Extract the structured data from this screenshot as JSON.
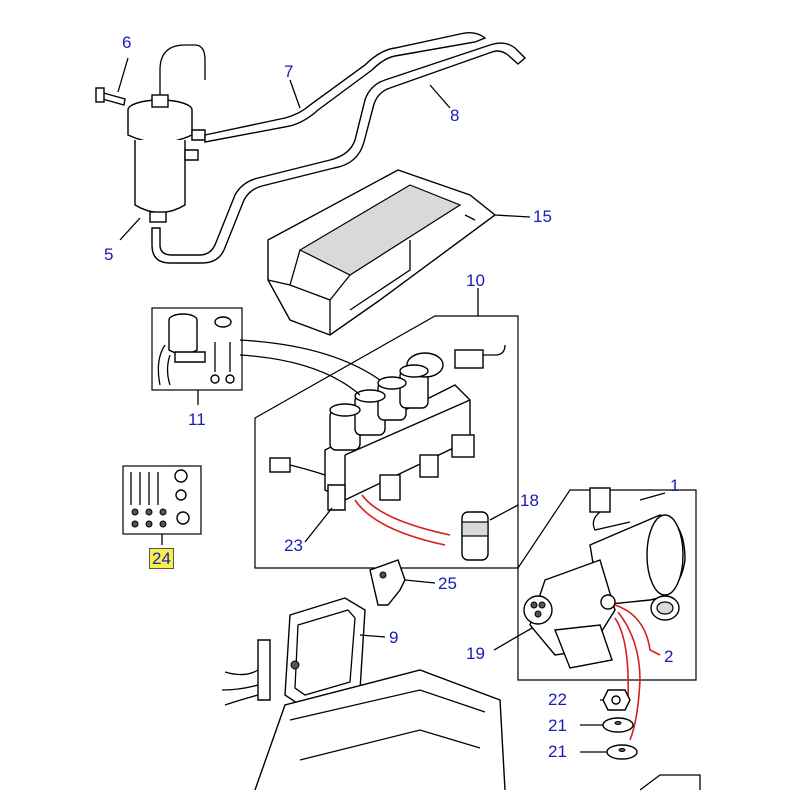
{
  "callouts": {
    "c1": "1",
    "c2": "2",
    "c5": "5",
    "c6": "6",
    "c7": "7",
    "c8": "8",
    "c9": "9",
    "c10": "10",
    "c11": "11",
    "c15": "15",
    "c18": "18",
    "c19": "19",
    "c21a": "21",
    "c21b": "21",
    "c22": "22",
    "c23": "23",
    "c24": "24",
    "c25": "25"
  },
  "colors": {
    "callout_text": "#1a1ab8",
    "highlight": "#f7f04a",
    "pipe_red": "#d42020"
  }
}
